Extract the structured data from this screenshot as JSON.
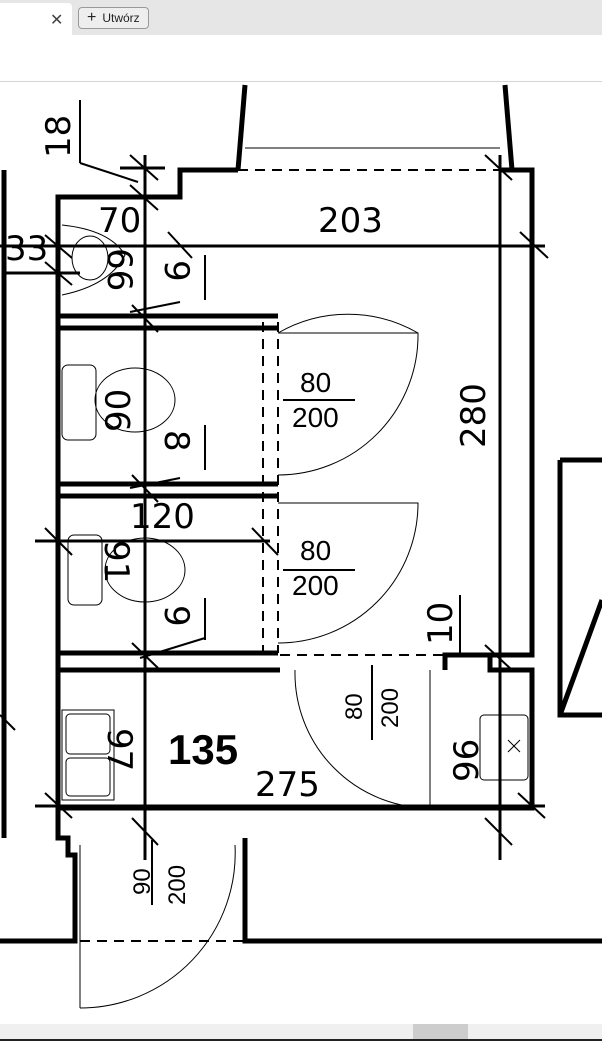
{
  "tabbar": {
    "close_icon": "close-icon",
    "create_label": "Utwórz",
    "plus_icon": "plus-icon"
  },
  "plan": {
    "dim_18": "18",
    "dim_70": "70",
    "dim_33": "33",
    "dim_66": "66",
    "dim_9a": "9",
    "dim_203": "203",
    "door1_w": "80",
    "door1_h": "200",
    "dim_280": "280",
    "dim_90": "90",
    "dim_8": "8",
    "dim_120": "120",
    "door2_w": "80",
    "door2_h": "200",
    "dim_91": "91",
    "dim_9b": "9",
    "dim_10": "10",
    "door3_w": "80",
    "door3_h": "200",
    "room_area": "135",
    "dim_275": "275",
    "dim_97": "97",
    "dim_96": "96",
    "door4_w": "90",
    "door4_h": "200"
  }
}
